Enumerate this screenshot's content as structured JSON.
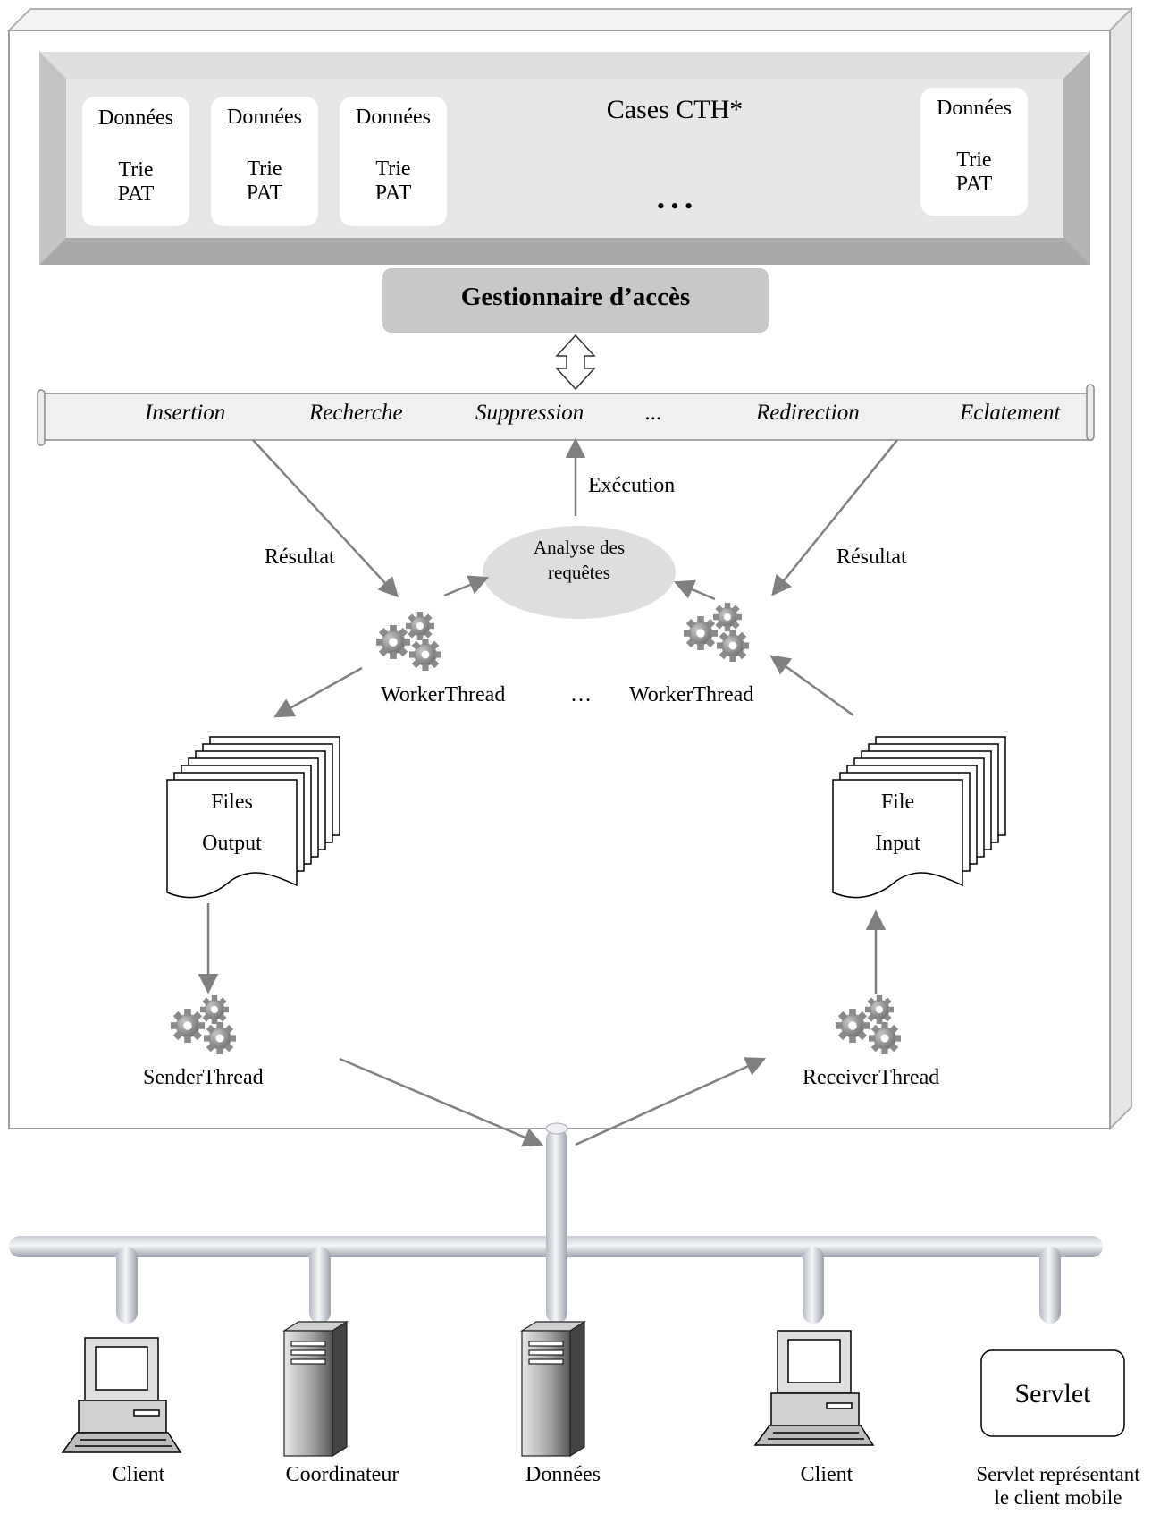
{
  "cases": {
    "title": "Cases CTH*",
    "ellipsis": "• • •",
    "boxes": [
      {
        "line1": "Données",
        "line2": "Trie",
        "line3": "PAT"
      },
      {
        "line1": "Données",
        "line2": "Trie",
        "line3": "PAT"
      },
      {
        "line1": "Données",
        "line2": "Trie",
        "line3": "PAT"
      },
      {
        "line1": "Données",
        "line2": "Trie",
        "line3": "PAT"
      }
    ]
  },
  "access_manager": "Gestionnaire d’accès",
  "operations": [
    "Insertion",
    "Recherche",
    "Suppression",
    "...",
    "Redirection",
    "Eclatement"
  ],
  "execution_label": "Exécution",
  "analysis": {
    "line1": "Analyse des",
    "line2": "requêtes"
  },
  "result_left": "Résultat",
  "result_right": "Résultat",
  "worker_left": "WorkerThread",
  "worker_dots": "…",
  "worker_right": "WorkerThread",
  "files_output": {
    "line1": "Files",
    "line2": "Output"
  },
  "file_input": {
    "line1": "File",
    "line2": "Input"
  },
  "sender": "SenderThread",
  "receiver": "ReceiverThread",
  "servlet_box": "Servlet",
  "nodes": [
    {
      "label": "Client"
    },
    {
      "label": "Coordinateur"
    },
    {
      "label": "Données"
    },
    {
      "label": "Client"
    },
    {
      "label": "Servlet représentant",
      "label2": "le client  mobile"
    }
  ]
}
